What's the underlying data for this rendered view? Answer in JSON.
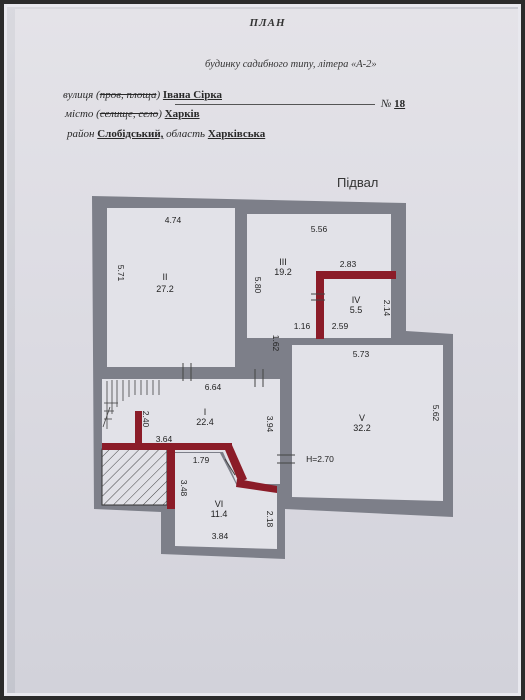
{
  "document": {
    "title": "ПЛАН",
    "subtitle": "будинку садибного типу, літера «А-2»",
    "address": {
      "street_prefix": "вулиця (",
      "street_struck": "пров, площа",
      "street_close": ")",
      "street_value": "Івана Сірка",
      "number_label": "№",
      "number_value": "18",
      "city_prefix": "місто (",
      "city_struck": "селище, село",
      "city_close": ")",
      "city_value": "Харків",
      "district_label": "район",
      "district_value": "Слобідський,",
      "region_label": "область",
      "region_value": "Харківська"
    }
  },
  "plan": {
    "level": "Підвал",
    "rooms": [
      {
        "id": "I",
        "area": "22.4"
      },
      {
        "id": "II",
        "area": "27.2"
      },
      {
        "id": "III",
        "area": "19.2"
      },
      {
        "id": "IV",
        "area": "5.5"
      },
      {
        "id": "V",
        "area": "32.2"
      },
      {
        "id": "VI",
        "area": "11.4"
      }
    ],
    "dimensions": [
      "4.74",
      "5.71",
      "5.56",
      "5.80",
      "2.83",
      "2.14",
      "1.16",
      "2.59",
      "1.62",
      "5.73",
      "6.64",
      "2.40",
      "3.64",
      "3.94",
      "5.62",
      "1.79",
      "3.48",
      "2.18",
      "3.84"
    ],
    "height_label": "H=2.70"
  },
  "colors": {
    "wall": "#7d7f89",
    "accent_wall": "#8b1c28",
    "paper": "#e2e2e8"
  }
}
